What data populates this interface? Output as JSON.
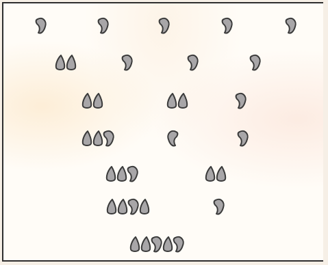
{
  "diagram": {
    "rows": [
      {
        "groups": [
          [
            "right"
          ],
          [
            "right"
          ],
          [
            "right"
          ],
          [
            "right"
          ],
          [
            "right"
          ]
        ]
      },
      {
        "groups": [
          [
            "drop",
            "drop"
          ],
          [
            "right"
          ],
          [
            "right"
          ],
          [
            "right"
          ]
        ]
      },
      {
        "groups": [
          [
            "drop",
            "drop"
          ],
          [
            "drop",
            "drop"
          ],
          [
            "right"
          ]
        ]
      },
      {
        "groups": [
          [
            "drop",
            "drop",
            "right"
          ],
          [
            "left"
          ],
          [
            "right"
          ]
        ]
      },
      {
        "groups": [
          [
            "drop",
            "drop",
            "right"
          ],
          [
            "drop",
            "drop"
          ]
        ]
      },
      {
        "groups": [
          [
            "drop",
            "drop",
            "right",
            "drop"
          ],
          [
            "right"
          ]
        ]
      },
      {
        "groups": [
          [
            "drop",
            "drop",
            "right",
            "drop",
            "right"
          ]
        ]
      }
    ],
    "colors": {
      "fill": "#a8a6a8",
      "stroke": "#3a3a3a",
      "background": "#fffcf7"
    }
  }
}
